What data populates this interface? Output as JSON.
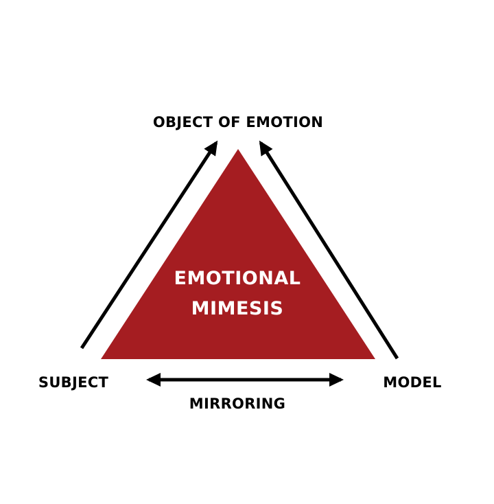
{
  "diagram": {
    "top_label": "OBJECT OF EMOTION",
    "left_label": "SUBJECT",
    "right_label": "MODEL",
    "bottom_label": "MIRRORING",
    "center_line1": "EMOTIONAL",
    "center_line2": "MIMESIS"
  },
  "colors": {
    "triangle": "#a51d21",
    "center_text": "#ffffff",
    "arrows": "#000000",
    "labels": "#000000"
  }
}
